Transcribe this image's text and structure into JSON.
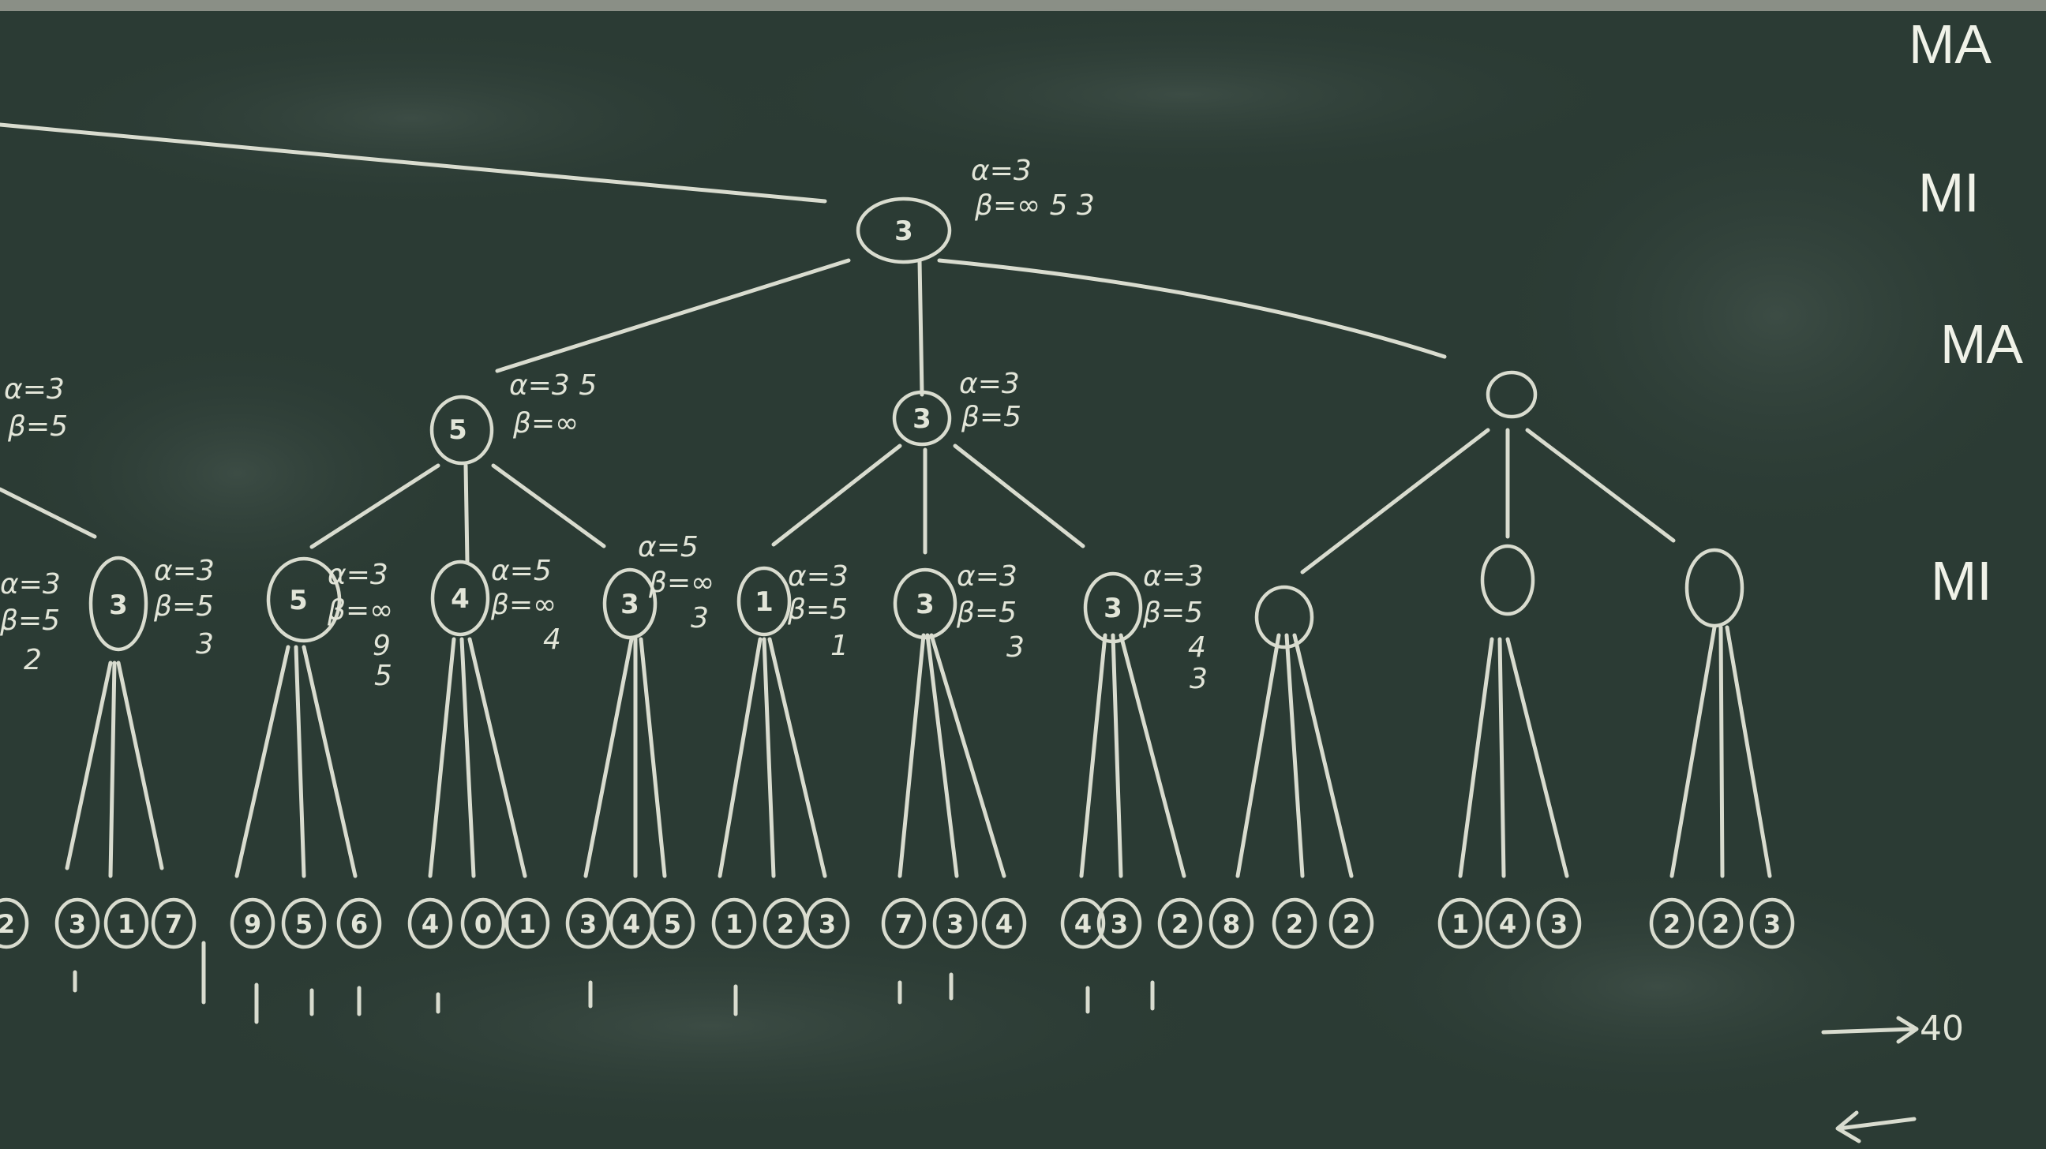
{
  "level_labels": [
    "MA",
    "MI",
    "MA",
    "MI"
  ],
  "root": {
    "value": "3",
    "alpha": "α=3",
    "beta": "β=∞ 5 3"
  },
  "level1": [
    {
      "value": "5",
      "alpha": "α=3 5",
      "beta": "β=∞"
    },
    {
      "value": "3",
      "alpha": "α=3",
      "beta": "β=5"
    },
    {
      "value": "",
      "alpha": "",
      "beta": ""
    }
  ],
  "left_partial": {
    "alpha": "α=3",
    "beta": "β=5"
  },
  "level2": [
    {
      "value": "",
      "alpha": "α=3",
      "beta": "β=5",
      "extra": [
        "2"
      ]
    },
    {
      "value": "3",
      "alpha": "α=3",
      "beta": "β=5",
      "extra": [
        "3"
      ]
    },
    {
      "value": "5",
      "alpha": "α=3",
      "beta": "β=∞",
      "extra": [
        "9",
        "5"
      ]
    },
    {
      "value": "4",
      "alpha": "α=5",
      "beta": "β=∞",
      "extra": [
        "4"
      ]
    },
    {
      "value": "3",
      "alpha": "α=5",
      "beta": "β=∞",
      "extra": [
        "3"
      ]
    },
    {
      "value": "1",
      "alpha": "α=3",
      "beta": "β=5",
      "extra": [
        "1"
      ]
    },
    {
      "value": "3",
      "alpha": "α=3",
      "beta": "β=5",
      "extra": [
        "3"
      ]
    },
    {
      "value": "3",
      "alpha": "α=3",
      "beta": "β=5",
      "extra": [
        "4",
        "3"
      ]
    },
    {
      "value": "",
      "alpha": "",
      "beta": "",
      "extra": []
    },
    {
      "value": "",
      "alpha": "",
      "beta": "",
      "extra": []
    },
    {
      "value": "",
      "alpha": "",
      "beta": "",
      "extra": []
    }
  ],
  "leaves": [
    "2",
    "3",
    "1",
    "7",
    "9",
    "5",
    "6",
    "4",
    "0",
    "1",
    "3",
    "4",
    "5",
    "1",
    "2",
    "3",
    "7",
    "3",
    "4",
    "4",
    "3",
    "2",
    "8",
    "2",
    "2",
    "1",
    "4",
    "3",
    "2",
    "2",
    "3"
  ],
  "side_note": {
    "count": "40"
  }
}
